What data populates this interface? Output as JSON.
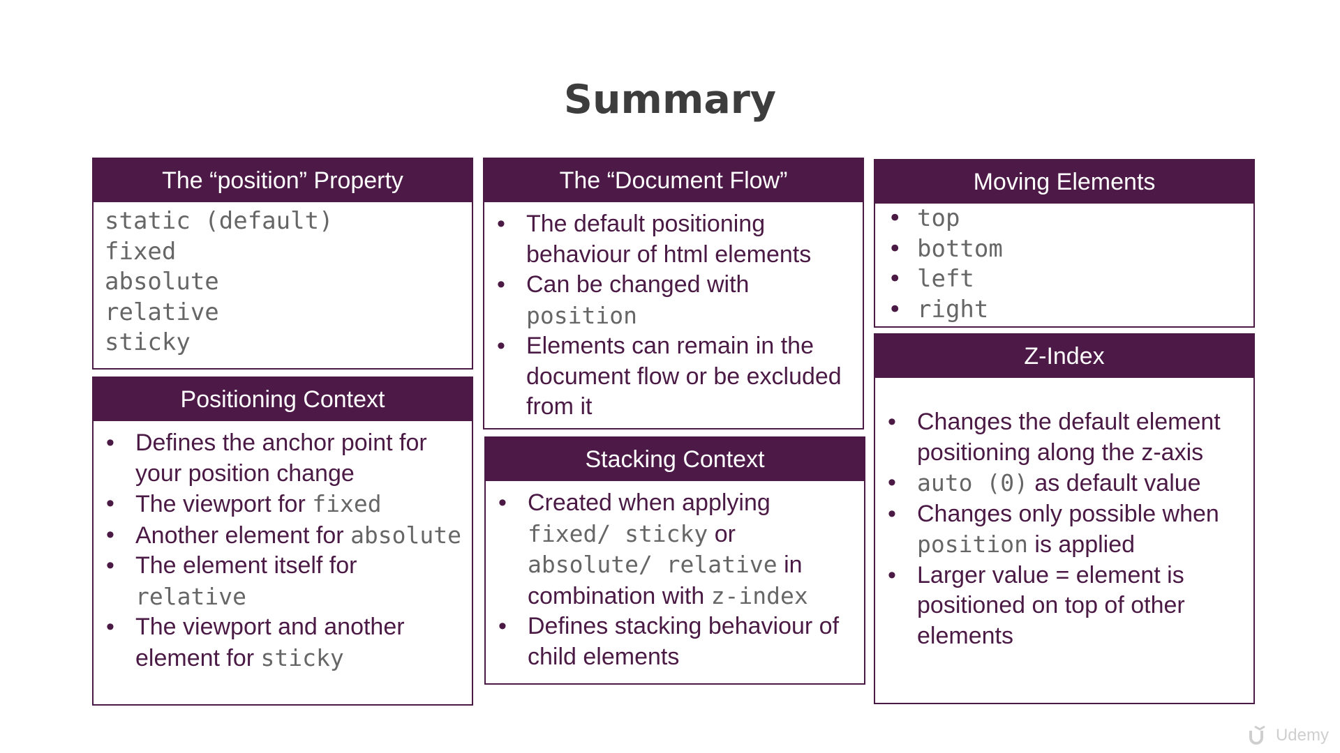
{
  "title": "Summary",
  "boxes": {
    "position": {
      "header": "The “position” Property",
      "items": [
        "static (default)",
        "fixed",
        "absolute",
        "relative",
        "sticky"
      ]
    },
    "flow": {
      "header": "The “Document Flow”",
      "items": [
        {
          "text": "The default positioning behaviour of html elements"
        },
        {
          "text": "Can be changed with ",
          "code": "position"
        },
        {
          "text": "Elements can remain in the document flow or be excluded from it"
        }
      ]
    },
    "moving": {
      "header": "Moving Elements",
      "items": [
        "top",
        "bottom",
        "left",
        "right"
      ]
    },
    "context": {
      "header": "Positioning Context",
      "items": [
        {
          "text": "Defines the anchor point for your position change"
        },
        {
          "text": "The viewport for ",
          "code": "fixed"
        },
        {
          "text": "Another element for ",
          "code": "absolute"
        },
        {
          "text": "The element itself for ",
          "code": "relative"
        },
        {
          "text": "The viewport and another element for ",
          "code": "sticky"
        }
      ]
    },
    "stacking": {
      "header": "Stacking Context",
      "items": [
        {
          "pre": "Created when applying ",
          "code1": "fixed/ sticky",
          "mid1": " or ",
          "code2": "absolute/ relative",
          "mid2": " in combination with ",
          "code3": "z-index"
        },
        {
          "text": "Defines stacking behaviour of child elements"
        }
      ]
    },
    "zindex": {
      "header": "Z-Index",
      "items": [
        {
          "text": "Changes the default element positioning along the z-axis"
        },
        {
          "code": "auto (0)",
          "text": " as default value"
        },
        {
          "pre": "Changes only possible when ",
          "code": "position",
          "post": " is applied"
        },
        {
          "text": "Larger value = element is positioned on top of other elements"
        }
      ]
    }
  },
  "logo_text": "Udemy"
}
